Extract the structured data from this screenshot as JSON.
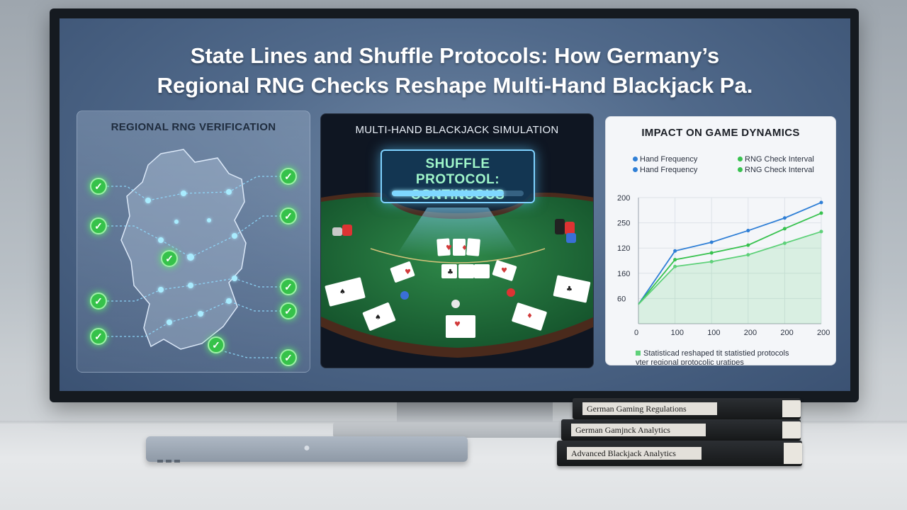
{
  "title": {
    "line1": "State Lines and Shuffle Protocols: How Germany’s",
    "line2": "Regional RNG Checks Reshape Multi-Hand Blackjack Pa."
  },
  "panels": {
    "left": {
      "heading": "REGIONAL RNG VERIFICATION"
    },
    "middle": {
      "heading": "MULTI-HAND BLACKJACK SIMULATION",
      "badge_line1": "SHUFFLE PROTOCOL:",
      "badge_line2": "CONTINUOUS",
      "progress": 0.85
    },
    "right": {
      "heading": "IMPACT ON GAME DYNAMICS",
      "legend": [
        {
          "label": "Hand Frequency",
          "color": "#2f7fd6"
        },
        {
          "label": "Hand Frequency",
          "color": "#2f7fd6"
        },
        {
          "label": "RNG Check Interval",
          "color": "#38c24f"
        },
        {
          "label": "RNG Check Interval",
          "color": "#38c24f"
        }
      ],
      "footnote_line1": "Statisticad reshaped tit statistied protocols",
      "footnote_line2": "vter regional protocolic uratipes"
    }
  },
  "chart_data": {
    "type": "line",
    "y_tick_labels": [
      "200",
      "250",
      "120",
      "160",
      "60"
    ],
    "x_tick_labels": [
      "0",
      "100",
      "100",
      "200",
      "200",
      "200"
    ],
    "series": [
      {
        "name": "Hand Frequency",
        "color": "#2f7fd6",
        "values": [
          40,
          150,
          168,
          192,
          218,
          250
        ]
      },
      {
        "name": "RNG Check Interval",
        "color": "#38c24f",
        "values": [
          40,
          132,
          146,
          162,
          196,
          228
        ]
      },
      {
        "name": "RNG Check Interval",
        "color": "#5fd17a",
        "values": [
          40,
          118,
          128,
          142,
          166,
          190
        ]
      }
    ]
  },
  "checks": [
    "✓",
    "✓",
    "✓",
    "✓",
    "✓",
    "✓",
    "✓",
    "✓",
    "✓",
    "✓",
    "✓"
  ],
  "books": [
    {
      "spine": "German Gaming Regulations"
    },
    {
      "spine": "German Gamjnck Analytics"
    },
    {
      "spine": "Advanced Blackjack Analytics"
    }
  ],
  "colors": {
    "accent_green": "#36c24a",
    "accent_cyan": "#7fd2ff",
    "felt": "#1f6b3a"
  }
}
